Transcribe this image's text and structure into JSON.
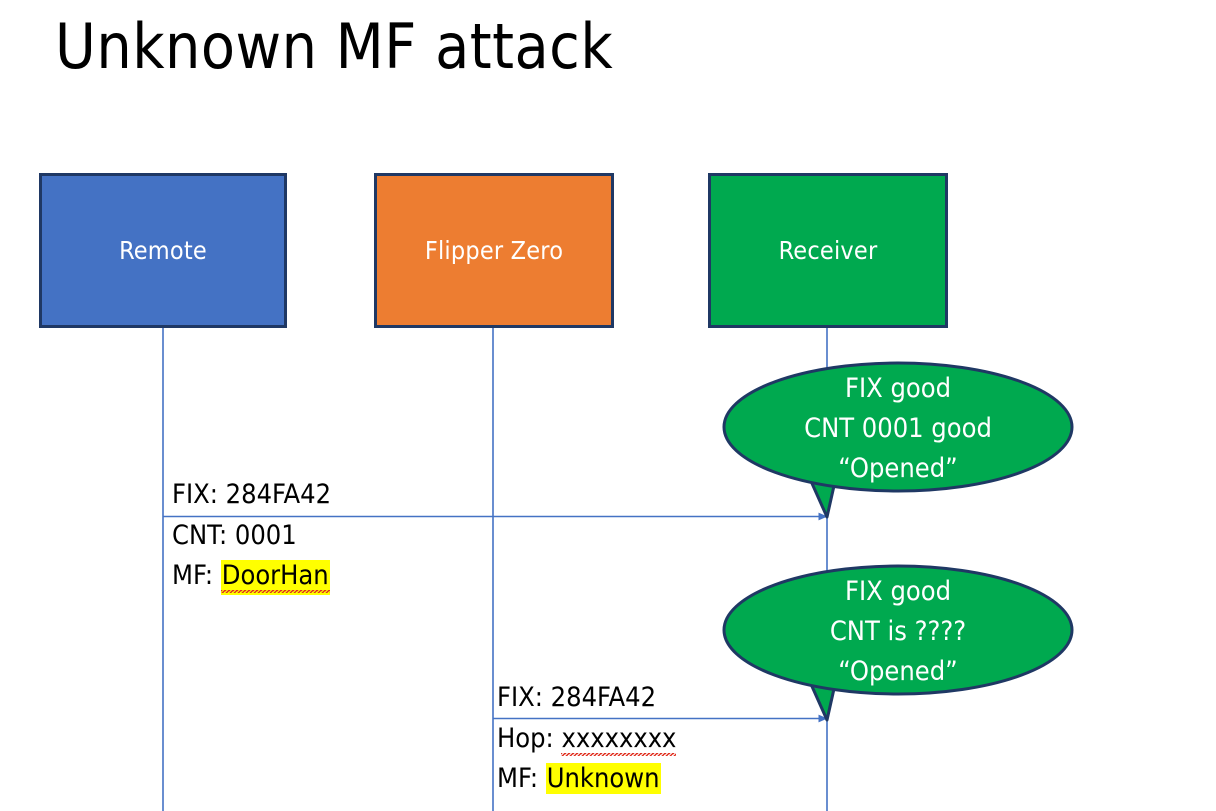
{
  "slide": {
    "title": "Unknown MF attack",
    "background_color": "#FFFFFF"
  },
  "colors": {
    "remote_fill": "#4472C4",
    "flipper_fill": "#ED7D31",
    "receiver_fill": "#00A94F",
    "box_border": "#1F3864",
    "lifeline": "#4472C4",
    "arrow": "#4472C4",
    "callout_fill": "#00A94F",
    "callout_border": "#1F3864",
    "highlight": "#FFFF00",
    "spellcheck_underline": "#E03020",
    "text": "#000000",
    "box_text": "#FFFFFF"
  },
  "actors": [
    {
      "id": "remote",
      "label": "Remote"
    },
    {
      "id": "flipper",
      "label": "Flipper Zero"
    },
    {
      "id": "receiver",
      "label": "Receiver"
    }
  ],
  "messages": [
    {
      "id": "msg1",
      "from": "remote",
      "to": "receiver",
      "line1": "FIX: 284FA42",
      "line2": "CNT: 0001",
      "line3_prefix": "MF: ",
      "line3_value": "DoorHan",
      "line3_highlighted": true,
      "line3_spellchecked": true
    },
    {
      "id": "msg2",
      "from": "flipper",
      "to": "receiver",
      "line1": "FIX: 284FA42",
      "line2_prefix": "Hop: ",
      "line2_value": "xxxxxxxx",
      "line2_spellchecked": true,
      "line3_prefix": "MF: ",
      "line3_value": "Unknown",
      "line3_highlighted": true,
      "line3_spellchecked": false
    }
  ],
  "callouts": [
    {
      "id": "callout1",
      "line1": "FIX good",
      "line2": "CNT 0001 good",
      "line3": "“Opened”"
    },
    {
      "id": "callout2",
      "line1": "FIX good",
      "line2": "CNT is ????",
      "line3": "“Opened”"
    }
  ]
}
